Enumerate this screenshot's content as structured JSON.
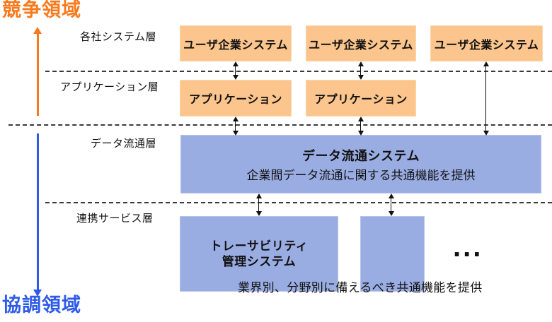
{
  "regions": {
    "competition": "競争領域",
    "cooperation": "協調領域"
  },
  "layers": [
    {
      "label": "各社システム層"
    },
    {
      "label": "アプリケーション層"
    },
    {
      "label": "データ流通層"
    },
    {
      "label": "連携サービス層"
    }
  ],
  "user_systems": [
    {
      "label": "ユーザ企業システム"
    },
    {
      "label": "ユーザ企業システム"
    },
    {
      "label": "ユーザ企業システム"
    }
  ],
  "applications": [
    {
      "label": "アプリケーション"
    },
    {
      "label": "アプリケーション"
    }
  ],
  "data_distribution": {
    "title": "データ流通システム",
    "subtitle": "企業間データ流通に関する共通機能を提供"
  },
  "traceability": {
    "line1": "トレーサビリティ",
    "line2": "管理システム"
  },
  "ellipsis": "...",
  "bottom_caption": "業界別、分野別に備えるべき共通機能を提供",
  "colors": {
    "orange_fill": "#FBC58D",
    "orange_accent": "#F87A1C",
    "blue_fill": "#9AADE3",
    "blue_accent": "#2E5AE8",
    "text": "#111111"
  }
}
